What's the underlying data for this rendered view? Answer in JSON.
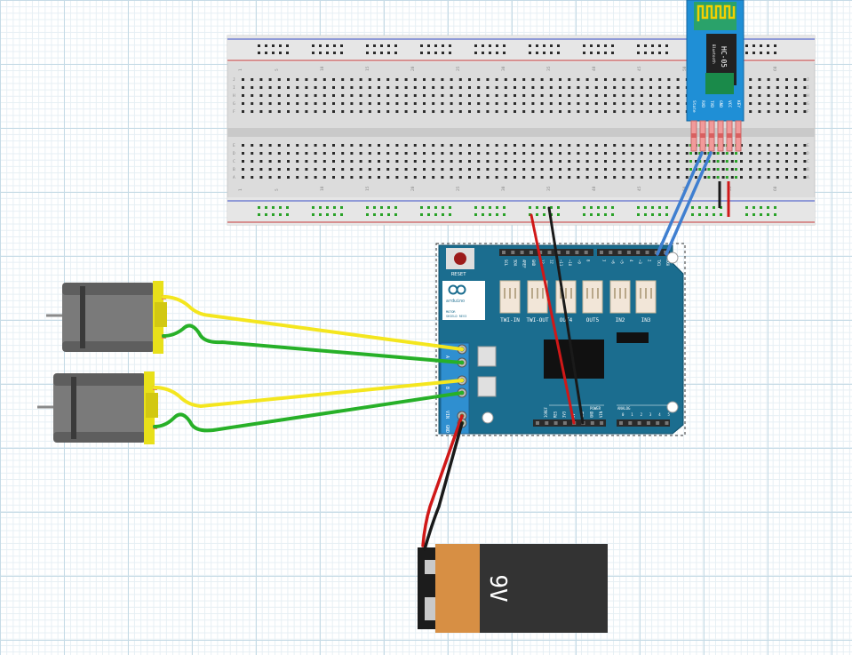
{
  "breadboard": {
    "column_numbers": [
      "1",
      "5",
      "10",
      "15",
      "20",
      "25",
      "30",
      "35",
      "40",
      "45",
      "50",
      "55",
      "60"
    ],
    "row_letters_top": [
      "J",
      "I",
      "H",
      "G",
      "F"
    ],
    "row_letters_bottom": [
      "E",
      "D",
      "C",
      "B",
      "A"
    ]
  },
  "bluetooth_module": {
    "name": "HC-05",
    "subtitle": "Bluetooth",
    "pins": [
      "State",
      "RXD",
      "TXD",
      "GND",
      "VCC",
      "KEY"
    ]
  },
  "shield": {
    "reset_label": "RESET",
    "logo_text": "arduino",
    "board_name_line1": "MOTOR",
    "board_name_line2": "SHIELD REV3",
    "connectors": [
      "TWI-IN",
      "TWI-OUT",
      "OUT4",
      "OUT5",
      "IN2",
      "IN3"
    ],
    "top_header_labels": [
      "SCL",
      "SDA",
      "AREF",
      "GND",
      "13",
      "12",
      "~11",
      "~10",
      "~9",
      "8",
      "7",
      "~6",
      "~5",
      "4",
      "~3",
      "2",
      "TX1",
      "RX0"
    ],
    "power_label": "POWER",
    "analog_label": "ANALOG",
    "power_pins": [
      "IOREF",
      "RES",
      "3V3",
      "5V",
      "GND",
      "GND",
      "VIN"
    ],
    "analog_pins": [
      "0",
      "1",
      "2",
      "3",
      "4",
      "5"
    ],
    "terminal_labels": [
      "A",
      "B",
      "VIN",
      "GND"
    ]
  },
  "battery": {
    "label": "9V"
  },
  "colors": {
    "shield_blue": "#1b6d8f",
    "wire_yellow": "#f4e61e",
    "wire_green": "#27b028",
    "wire_red": "#d01818",
    "wire_black": "#1a1a1a",
    "wire_blue": "#3f7fd0",
    "battery_copper": "#d78f44",
    "motor_gray": "#7a7a7a"
  }
}
